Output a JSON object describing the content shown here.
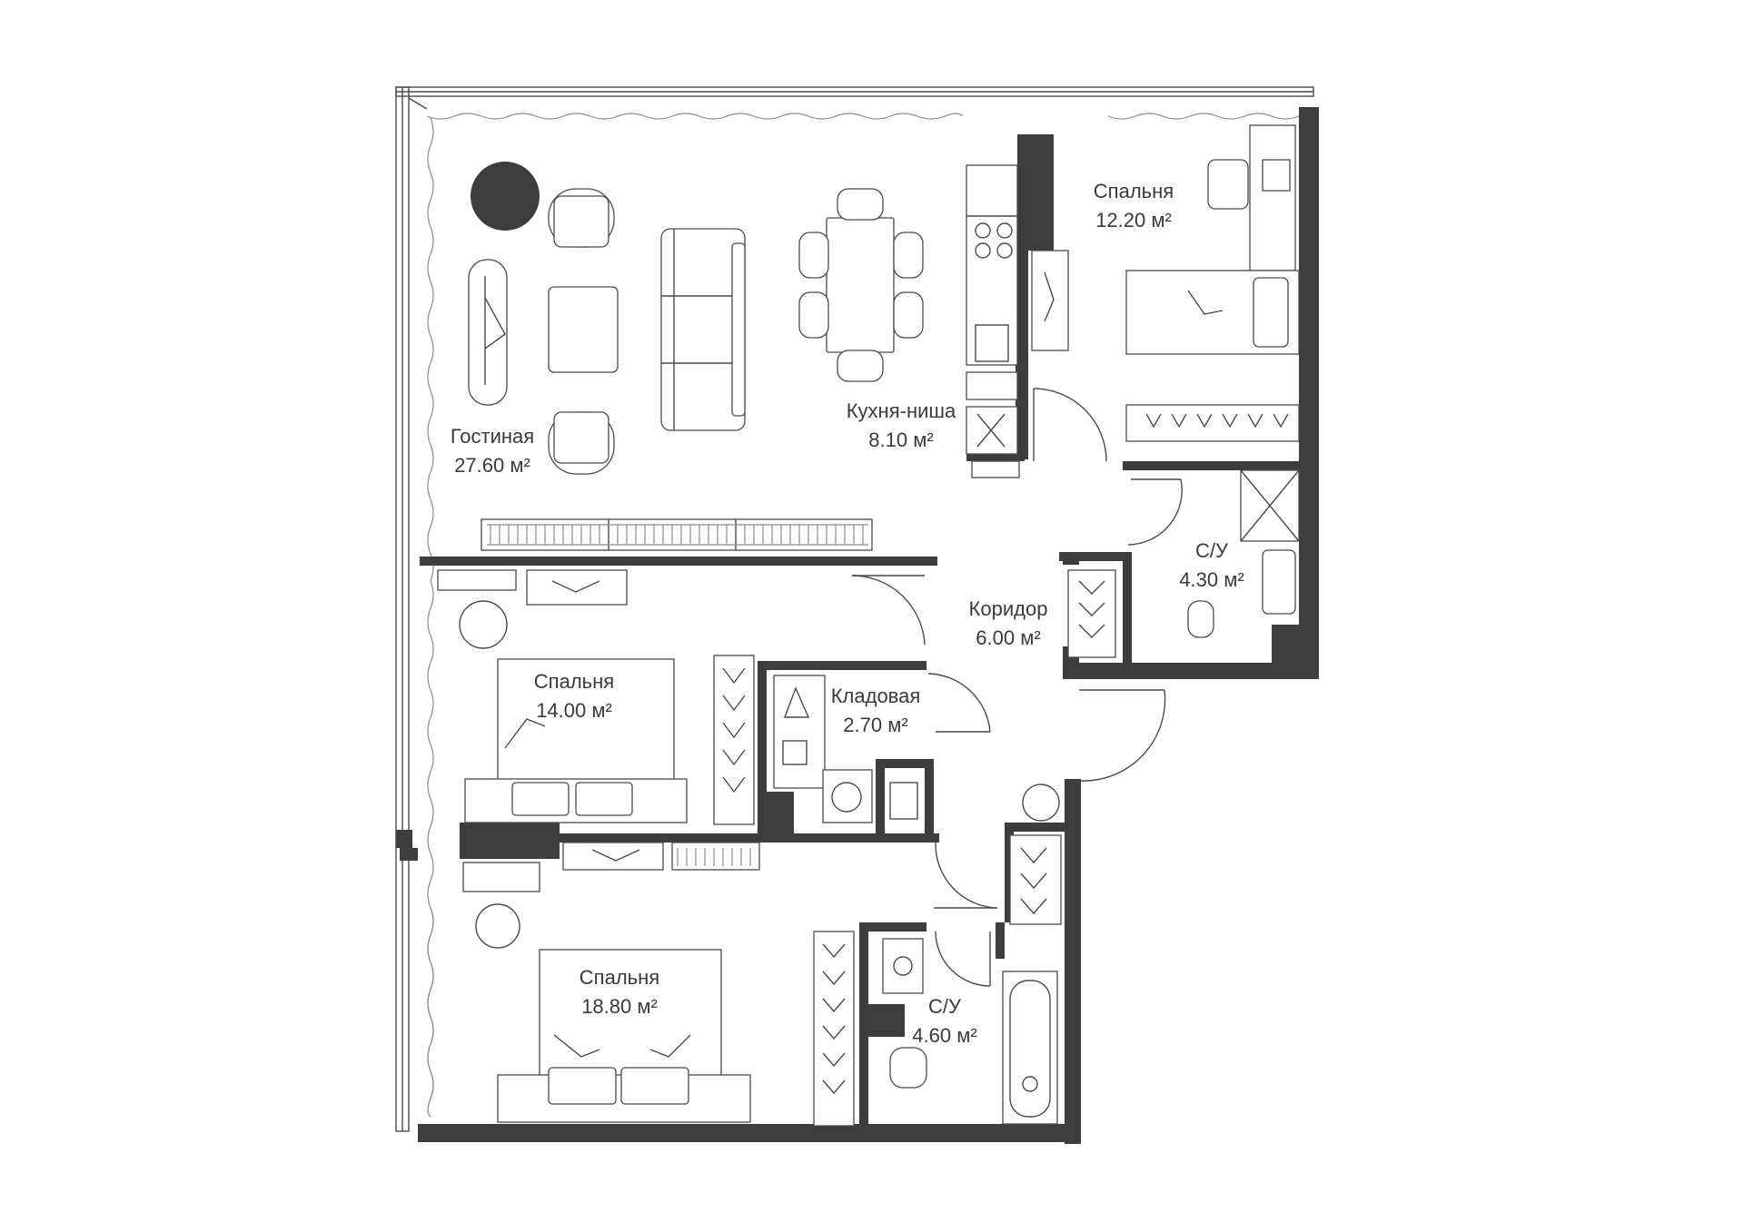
{
  "rooms": [
    {
      "id": "living",
      "name": "Гостиная",
      "area": "27.60 м²"
    },
    {
      "id": "kitchen",
      "name": "Кухня-ниша",
      "area": "8.10 м²"
    },
    {
      "id": "bedroom-top",
      "name": "Спальня",
      "area": "12.20 м²"
    },
    {
      "id": "bath-top",
      "name": "С/У",
      "area": "4.30 м²"
    },
    {
      "id": "corridor",
      "name": "Коридор",
      "area": "6.00 м²"
    },
    {
      "id": "bedroom-mid",
      "name": "Спальня",
      "area": "14.00 м²"
    },
    {
      "id": "storage",
      "name": "Кладовая",
      "area": "2.70 м²"
    },
    {
      "id": "bedroom-bottom",
      "name": "Спальня",
      "area": "18.80 м²"
    },
    {
      "id": "bath-bottom",
      "name": "С/У",
      "area": "4.60 м²"
    }
  ],
  "colors": {
    "wall": "#3d3d3d",
    "line": "#4a4a4a",
    "background": "#ffffff"
  }
}
